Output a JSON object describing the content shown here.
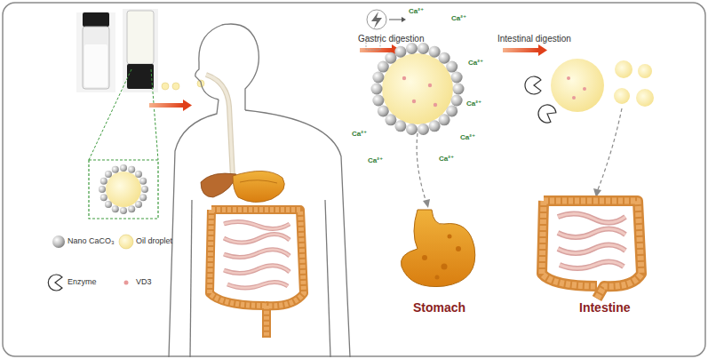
{
  "diagram": {
    "labels": [
      "Gastric digestion",
      "Intestinal digestion",
      "Ca²⁺",
      "Ca²⁺",
      "Ca²⁺",
      "Ca²⁺",
      "Ca²⁺",
      "Ca²⁺",
      "Ca²⁺",
      "Ca²⁺",
      "Stomach",
      "Intestine"
    ],
    "legend": [
      {
        "text": "Nano CaCO₃"
      },
      {
        "text": "Oil droplet"
      },
      {
        "text": "Enzyme"
      },
      {
        "text": "VD3"
      }
    ]
  }
}
